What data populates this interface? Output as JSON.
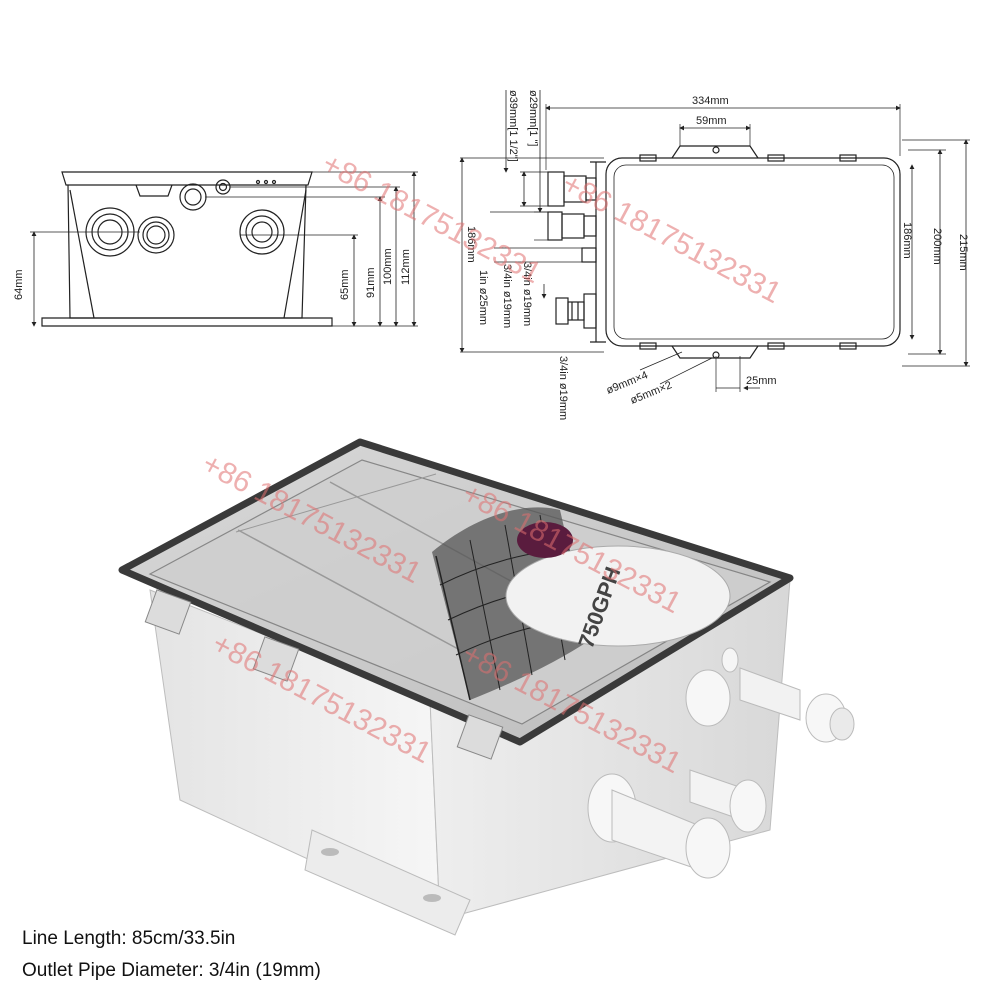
{
  "front_view": {
    "dims": {
      "h64": "64mm",
      "h65": "65mm",
      "h91": "91mm",
      "h100": "100mm",
      "h112": "112mm"
    }
  },
  "top_view": {
    "dims": {
      "w334": "334mm",
      "w59": "59mm",
      "d215": "215mm",
      "d200": "200mm",
      "d186r": "186mm",
      "d186l": "186mm",
      "p39": "ø39mm[1 1/2\"]",
      "p29": "ø29mm[1 \"]",
      "p34a": "3/4in ø19mm",
      "p34b": "3/4in ø19mm",
      "p1": "1in ø25mm",
      "p34c": "3/4in ø19mm",
      "h9": "ø9mm×4",
      "h5": "ø5mm×2",
      "w25": "25mm"
    }
  },
  "photo": {
    "pump_label": "750GPH",
    "watermark": "+86 18175132331"
  },
  "captions": {
    "line_length": "Line Length: 85cm/33.5in",
    "outlet": "Outlet Pipe Diameter: 3/4in (19mm)"
  }
}
